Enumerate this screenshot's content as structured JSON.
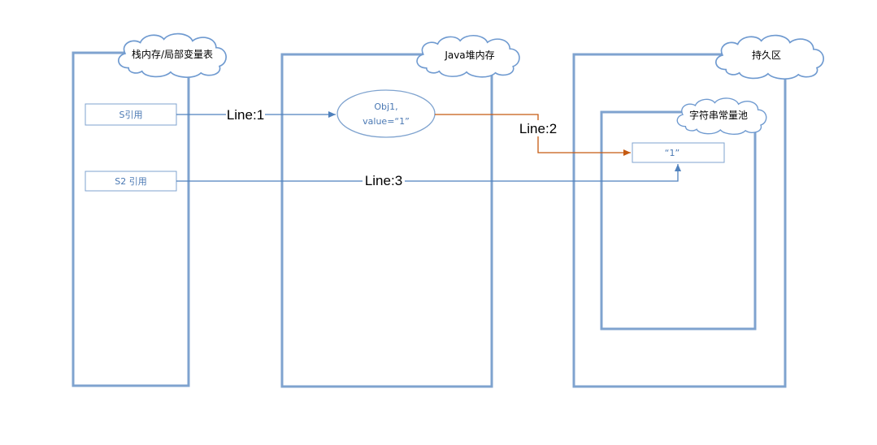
{
  "regions": {
    "stack_title": "栈内存/局部变量表",
    "heap_title": "Java堆内存",
    "perm_title": "持久区",
    "pool_title": "字符串常量池"
  },
  "refs": {
    "s_label": "S引用",
    "s2_label": "S2 引用"
  },
  "heap_object": {
    "line1": "Obj1,",
    "line2": "value=“1”"
  },
  "pool_value": "“1”",
  "connectors": {
    "line1": "Line:1",
    "line2": "Line:2",
    "line3": "Line:3"
  },
  "colors": {
    "box_border": "#7fa3cf",
    "blue_line": "#4f81bd",
    "orange_line": "#c55a11"
  }
}
